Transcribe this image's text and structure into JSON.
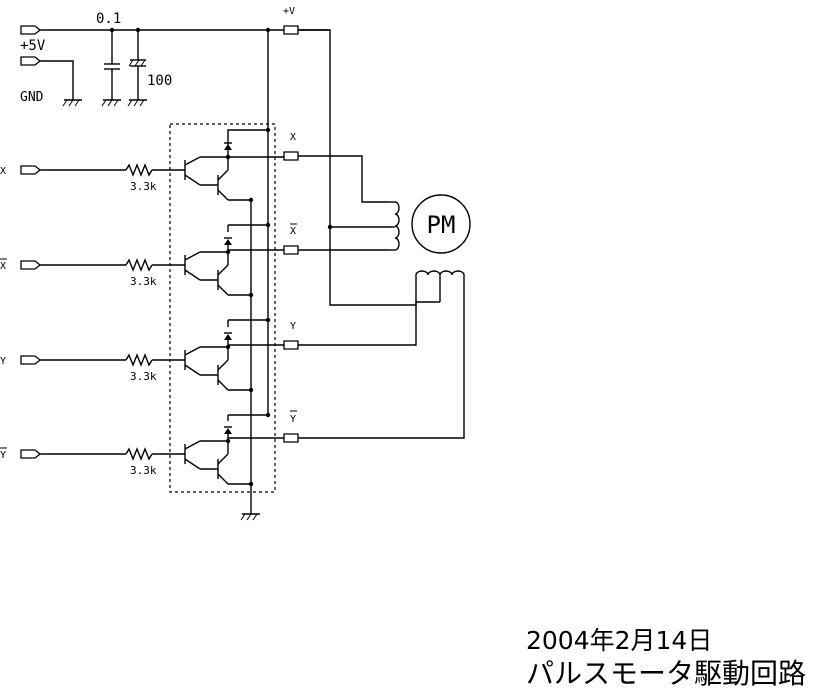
{
  "labels": {
    "cap_small": "0.1",
    "plus5v": "+5V",
    "gnd": "GND",
    "cap_big": "100",
    "vplus": "+V",
    "out_x": "X",
    "out_xbar": "X",
    "out_y": "Y",
    "out_ybar": "Y",
    "in_x": "X",
    "in_xbar": "X",
    "in_y": "Y",
    "in_ybar": "Y",
    "res1": "3.3k",
    "res2": "3.3k",
    "res3": "3.3k",
    "res4": "3.3k",
    "motor": "PM"
  },
  "caption": {
    "date": "2004年2月14日",
    "title": "パルスモータ駆動回路"
  }
}
